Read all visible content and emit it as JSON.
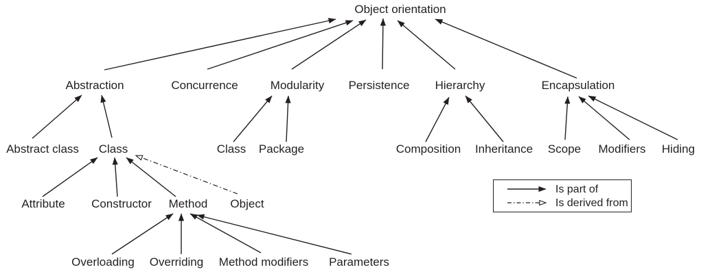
{
  "diagram": {
    "nodes": {
      "object_orientation": "Object orientation",
      "abstraction": "Abstraction",
      "concurrence": "Concurrence",
      "modularity": "Modularity",
      "persistence": "Persistence",
      "hierarchy": "Hierarchy",
      "encapsulation": "Encapsulation",
      "abstract_class": "Abstract class",
      "class_abstraction": "Class",
      "class_modularity": "Class",
      "package": "Package",
      "composition": "Composition",
      "inheritance": "Inheritance",
      "scope": "Scope",
      "modifiers": "Modifiers",
      "hiding": "Hiding",
      "attribute": "Attribute",
      "constructor": "Constructor",
      "method": "Method",
      "object": "Object",
      "overloading": "Overloading",
      "overriding": "Overriding",
      "method_modifiers": "Method modifiers",
      "parameters": "Parameters"
    },
    "edges": [
      {
        "from": "abstraction",
        "to": "object_orientation",
        "type": "is_part_of"
      },
      {
        "from": "concurrence",
        "to": "object_orientation",
        "type": "is_part_of"
      },
      {
        "from": "modularity",
        "to": "object_orientation",
        "type": "is_part_of"
      },
      {
        "from": "persistence",
        "to": "object_orientation",
        "type": "is_part_of"
      },
      {
        "from": "hierarchy",
        "to": "object_orientation",
        "type": "is_part_of"
      },
      {
        "from": "encapsulation",
        "to": "object_orientation",
        "type": "is_part_of"
      },
      {
        "from": "abstract_class",
        "to": "abstraction",
        "type": "is_part_of"
      },
      {
        "from": "class_abstraction",
        "to": "abstraction",
        "type": "is_part_of"
      },
      {
        "from": "class_modularity",
        "to": "modularity",
        "type": "is_part_of"
      },
      {
        "from": "package",
        "to": "modularity",
        "type": "is_part_of"
      },
      {
        "from": "composition",
        "to": "hierarchy",
        "type": "is_part_of"
      },
      {
        "from": "inheritance",
        "to": "hierarchy",
        "type": "is_part_of"
      },
      {
        "from": "scope",
        "to": "encapsulation",
        "type": "is_part_of"
      },
      {
        "from": "modifiers",
        "to": "encapsulation",
        "type": "is_part_of"
      },
      {
        "from": "hiding",
        "to": "encapsulation",
        "type": "is_part_of"
      },
      {
        "from": "attribute",
        "to": "class_abstraction",
        "type": "is_part_of"
      },
      {
        "from": "constructor",
        "to": "class_abstraction",
        "type": "is_part_of"
      },
      {
        "from": "method",
        "to": "class_abstraction",
        "type": "is_part_of"
      },
      {
        "from": "object",
        "to": "class_abstraction",
        "type": "is_derived_from"
      },
      {
        "from": "overloading",
        "to": "method",
        "type": "is_part_of"
      },
      {
        "from": "overriding",
        "to": "method",
        "type": "is_part_of"
      },
      {
        "from": "method_modifiers",
        "to": "method",
        "type": "is_part_of"
      },
      {
        "from": "parameters",
        "to": "method",
        "type": "is_part_of"
      }
    ],
    "legend": {
      "is_part_of": "Is part of",
      "is_derived_from": "Is derived from"
    },
    "colors": {
      "line": "#231f20",
      "text": "#231f20",
      "background": "#ffffff"
    }
  }
}
